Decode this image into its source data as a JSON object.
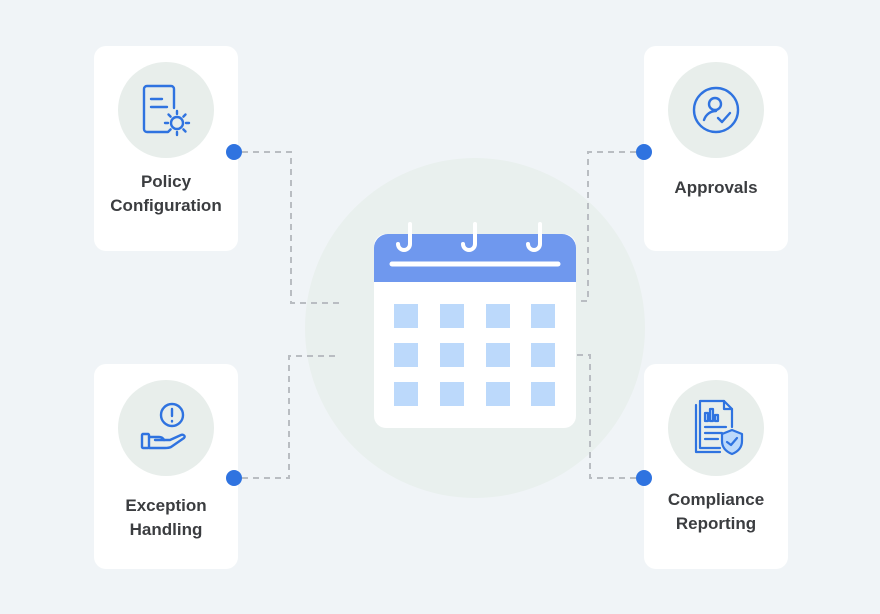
{
  "cards": {
    "policy": {
      "line1": "Policy",
      "line2": "Configuration",
      "icon": "document-settings-icon"
    },
    "approvals": {
      "line1": "Approvals",
      "icon": "user-check-icon"
    },
    "exception": {
      "line1": "Exception",
      "line2": "Handling",
      "icon": "hand-alert-icon"
    },
    "compliance": {
      "line1": "Compliance",
      "line2": "Reporting",
      "icon": "report-shield-icon"
    }
  },
  "center": {
    "icon": "calendar-icon"
  },
  "colors": {
    "accent": "#2f73e0",
    "calendar_header": "#6f98ee",
    "calendar_cell": "#bcd9fb",
    "connector": "#b9bdc2"
  }
}
